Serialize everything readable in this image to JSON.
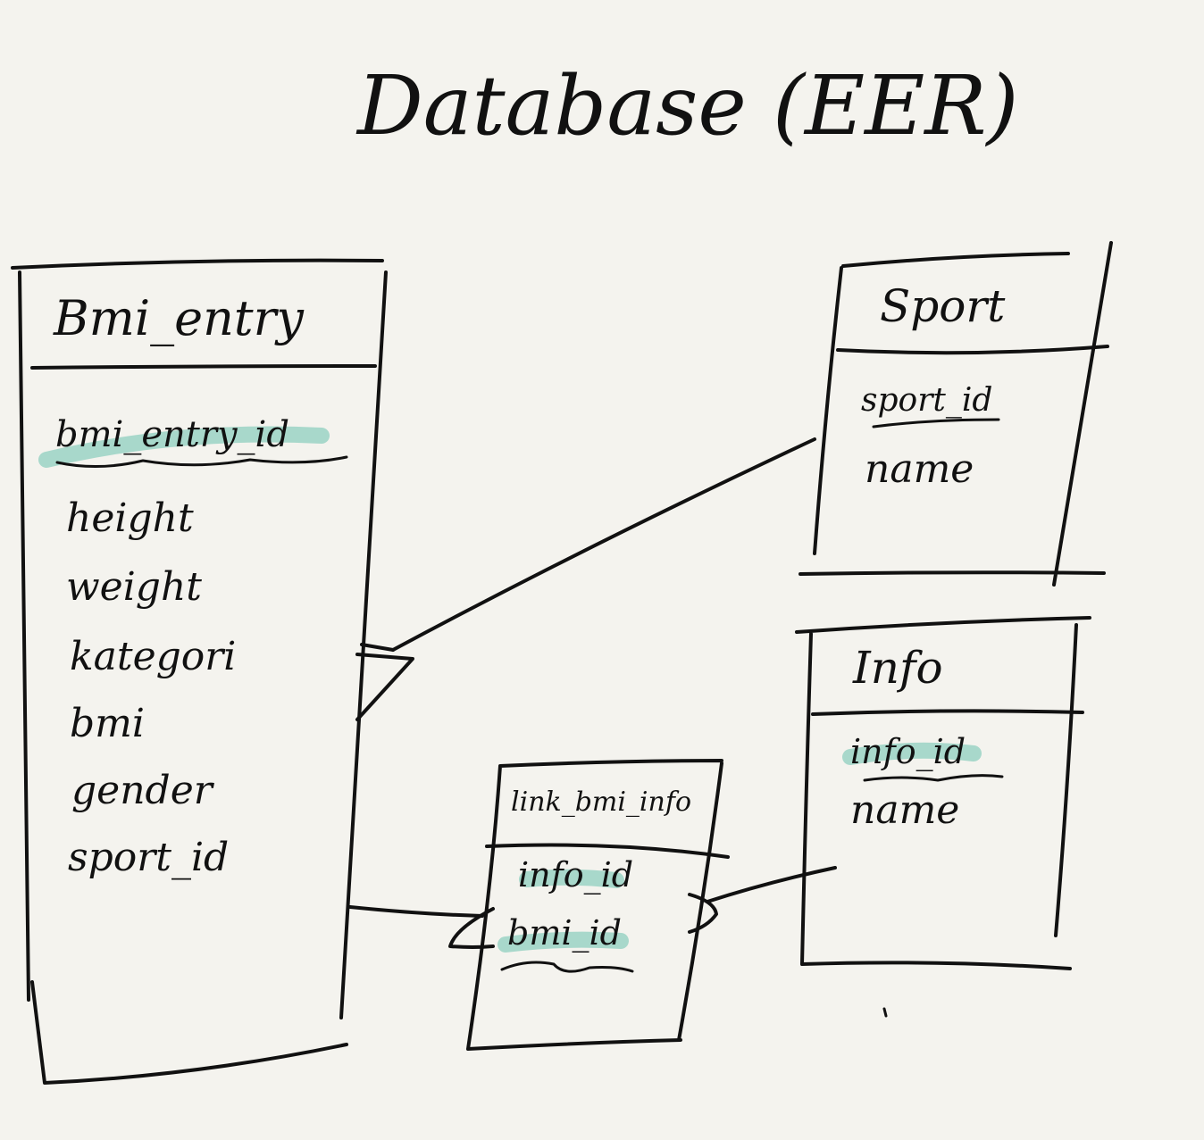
{
  "title": "Database (EER)",
  "colors": {
    "ink": "#111111",
    "paper": "#f4f3ee",
    "highlight": "#8fcfbf"
  },
  "entities": {
    "bmi_entry": {
      "name": "Bmi_entry",
      "primary_key": "bmi_entry_id",
      "attributes": [
        "height",
        "weight",
        "kategori",
        "bmi",
        "gender",
        "sport_id"
      ]
    },
    "sport": {
      "name": "Sport",
      "primary_key": "sport_id",
      "attributes": [
        "name"
      ]
    },
    "info": {
      "name": "Info",
      "primary_key": "info_id",
      "attributes": [
        "name"
      ]
    },
    "link_bmi_info": {
      "name": "link_bmi_info",
      "primary_keys": [
        "info_id",
        "bmi_id"
      ],
      "attributes": []
    }
  },
  "relationships": [
    {
      "from": "Sport",
      "to": "Bmi_entry",
      "to_end": "crow-foot"
    },
    {
      "from": "Bmi_entry",
      "to": "link_bmi_info",
      "to_end": "crow-foot"
    },
    {
      "from": "Info",
      "to": "link_bmi_info",
      "to_end": "crow-foot"
    }
  ]
}
